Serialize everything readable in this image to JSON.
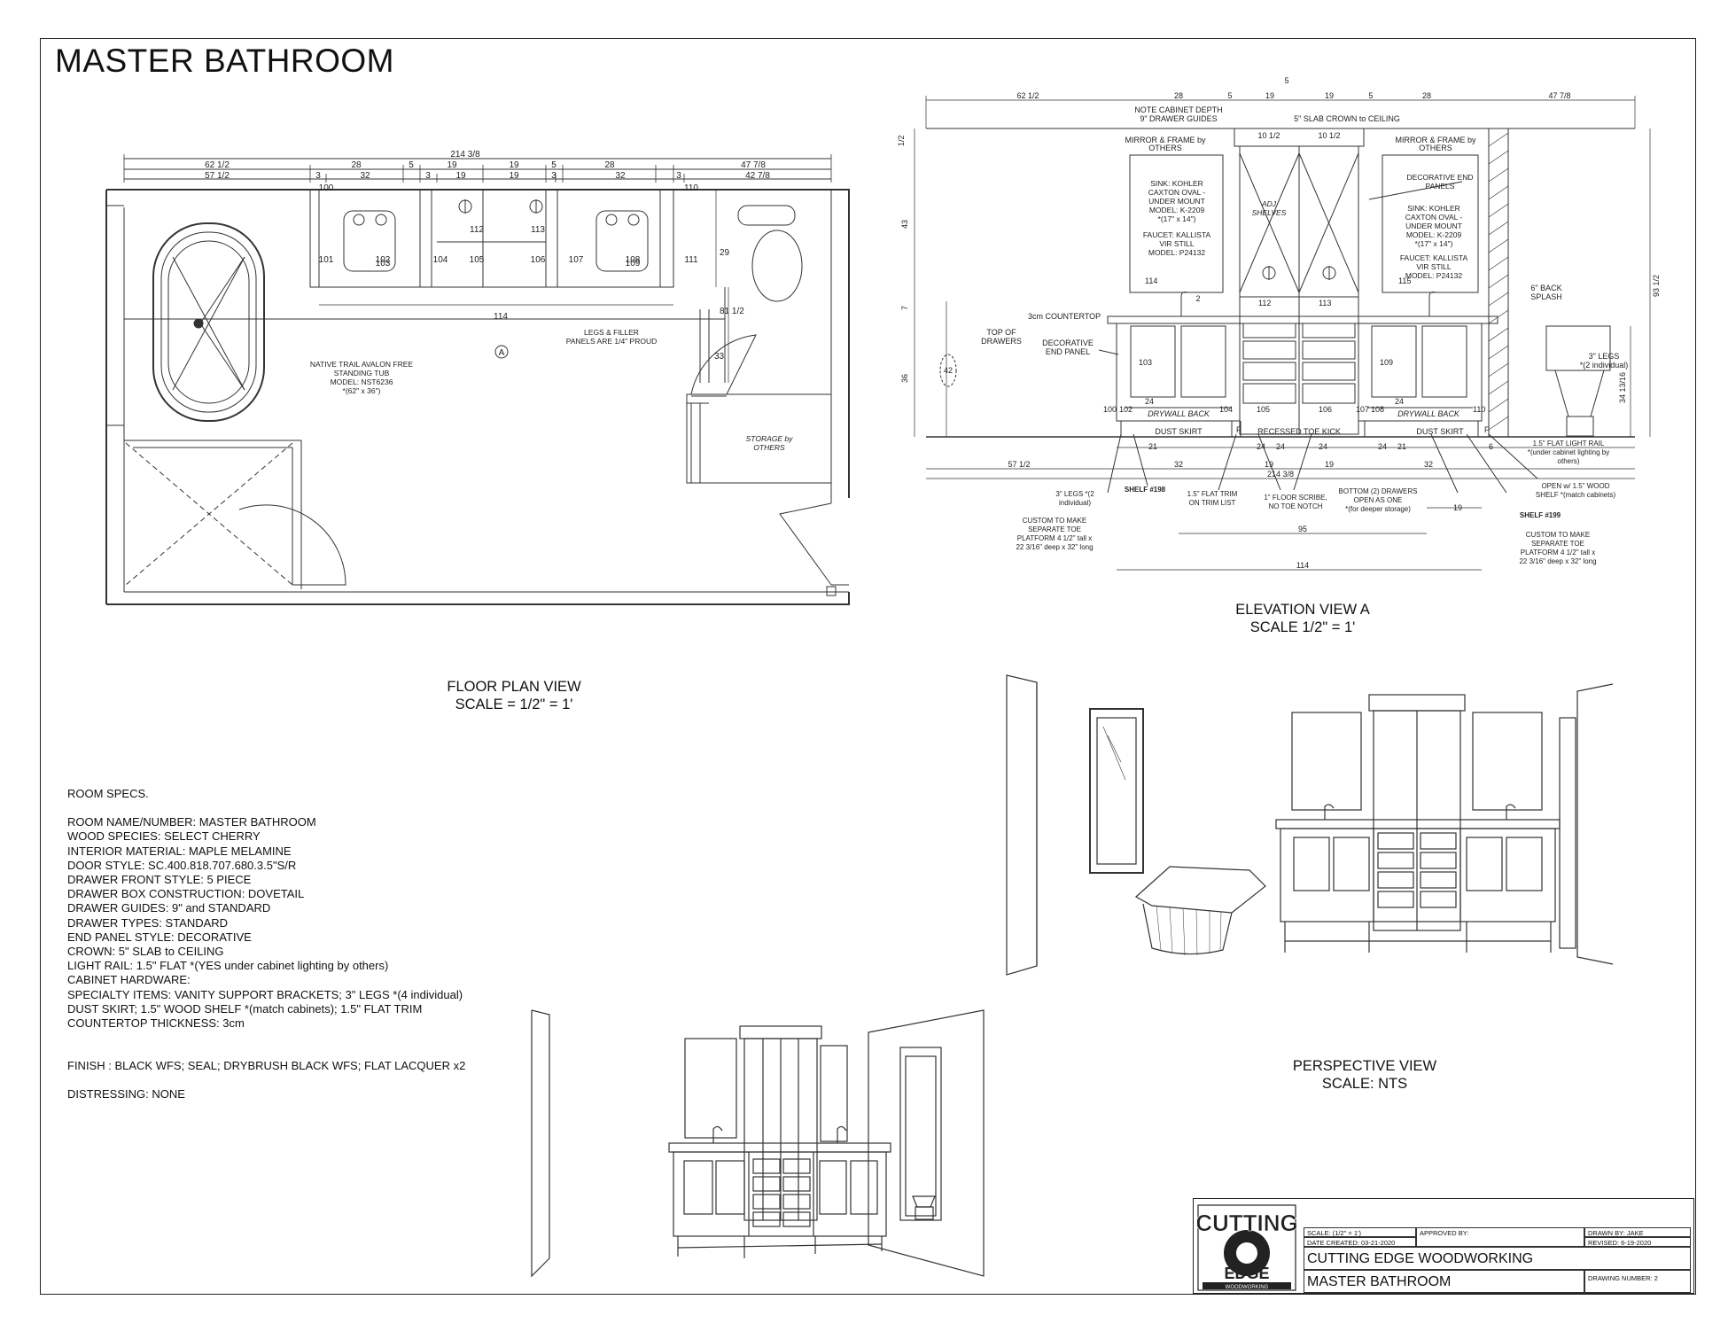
{
  "page": {
    "title": "MASTER BATHROOM"
  },
  "floor_plan": {
    "caption_line1": "FLOOR PLAN VIEW",
    "caption_line2": "SCALE = 1/2\" = 1'",
    "dims_top": [
      "214 3/8"
    ],
    "dims_row1": [
      "62 1/2",
      "28",
      "5",
      "19",
      "19",
      "5",
      "28",
      "47 7/8"
    ],
    "dims_row2": [
      "57 1/2",
      "3",
      "32",
      "3",
      "19",
      "19",
      "3",
      "32",
      "3",
      "42 7/8"
    ],
    "cabinet_labels": [
      "100",
      "101",
      "102",
      "103",
      "104",
      "105",
      "106",
      "107",
      "108",
      "109",
      "110",
      "111",
      "112",
      "113"
    ],
    "dim_114": "114",
    "dim_29": "29",
    "dim_81": "81 1/2",
    "dim_33": "33",
    "marker_a": "A",
    "tub_note": [
      "NATIVE TRAIL AVALON FREE",
      "STANDING TUB",
      "MODEL: NST6236",
      "*(62\" x 36\")"
    ],
    "legs_note": [
      "LEGS & FILLER",
      "PANELS ARE 1/4\" PROUD"
    ],
    "storage_note": [
      "STORAGE by",
      "OTHERS"
    ]
  },
  "elevation": {
    "caption_line1": "ELEVATION VIEW  A",
    "caption_line2": "SCALE 1/2\" = 1'",
    "top_dims": [
      "62 1/2",
      "28",
      "5",
      "19",
      "19",
      "5",
      "28",
      "47 7/8"
    ],
    "marker_5": "5",
    "note_depth": [
      "NOTE CABINET DEPTH",
      "9\" DRAWER GUIDES"
    ],
    "slab_crown": "5\" SLAB CROWN to CEILING",
    "dim_10_left": "10 1/2",
    "dim_10_right": "10 1/2",
    "mirror_left": [
      "MIRROR & FRAME by",
      "OTHERS"
    ],
    "mirror_right": [
      "MIRROR & FRAME by",
      "OTHERS"
    ],
    "sink_left": [
      "SINK: KOHLER",
      "CAXTON OVAL -",
      "UNDER MOUNT",
      "MODEL: K-2209",
      "*(17\" x 14\")"
    ],
    "faucet_left": [
      "FAUCET: KALLISTA",
      "VIR STILL",
      "MODEL: P24132"
    ],
    "decorative_end_right": [
      "DECORATIVE END",
      "PANELS"
    ],
    "sink_right": [
      "SINK: KOHLER",
      "CAXTON OVAL -",
      "UNDER MOUNT",
      "MODEL: K-2209",
      "*(17\" x 14\")"
    ],
    "faucet_right": [
      "FAUCET: KALLISTA",
      "VIR STILL",
      "MODEL: P24132"
    ],
    "adj_shelves": [
      "ADJ",
      "SHELVES"
    ],
    "left_vert_dims": [
      "1/2",
      "43",
      "7",
      "36"
    ],
    "right_vert_dims": [
      "93 1/2",
      "34 13/16"
    ],
    "countertop": "3cm COUNTERTOP",
    "top_of_drawers": [
      "TOP OF",
      "DRAWERS"
    ],
    "marker_42": "42",
    "marker_2": "2",
    "decorative_end_left": [
      "DECORATIVE",
      "END PANEL"
    ],
    "back_splash": [
      "6\" BACK",
      "SPLASH"
    ],
    "legs_right": [
      "3\" LEGS",
      "*(2 individual)"
    ],
    "cab_labels": [
      "114",
      "115",
      "112",
      "113",
      "103",
      "109",
      "100",
      "102",
      "104",
      "105",
      "106",
      "107",
      "108",
      "110"
    ],
    "dim_24_a": "24",
    "dim_24_b": "24",
    "drywall_left": "DRYWALL BACK",
    "drywall_right": "DRYWALL BACK",
    "dust_skirt_left": "DUST SKIRT",
    "dust_skirt_right": "DUST SKIRT",
    "recessed_toe": "RECESSED TOE KICK",
    "letter_f": "F",
    "dims_row_a": [
      "21",
      "24",
      "24",
      "24",
      "24",
      "21",
      "6"
    ],
    "dims_row_b": [
      "57 1/2",
      "32",
      "19",
      "19",
      "32"
    ],
    "dim_total": "214 3/8",
    "dim_95": "95",
    "dim_114b": "114",
    "dim_19": "19",
    "legs_left": [
      "3\" LEGS *(2",
      "individual)"
    ],
    "shelf_198": "SHELF #198",
    "flat_trim": [
      "1.5\" FLAT TRIM",
      "ON TRIM LIST"
    ],
    "floor_scribe": [
      "1\" FLOOR SCRIBE,",
      "NO TOE NOTCH"
    ],
    "bottom_drawers": [
      "BOTTOM (2) DRAWERS",
      "OPEN AS ONE",
      "*(for deeper storage)"
    ],
    "light_rail": [
      "1.5\" FLAT LIGHT RAIL",
      "*(under cabinet lighting by",
      "others)"
    ],
    "open_shelf": [
      "OPEN w/ 1.5\" WOOD",
      "SHELF *(match cabinets)"
    ],
    "shelf_199": "SHELF #199",
    "toe_left": [
      "CUSTOM TO MAKE",
      "SEPARATE TOE",
      "PLATFORM 4 1/2\" tall x",
      "22 3/16\" deep x  32\" long"
    ],
    "toe_right": [
      "CUSTOM TO MAKE",
      "SEPARATE TOE",
      "PLATFORM 4 1/2\" tall x",
      "22 3/16\" deep x  32\" long"
    ]
  },
  "perspective": {
    "caption_line1": "PERSPECTIVE VIEW",
    "caption_line2": "SCALE: NTS"
  },
  "room_specs": {
    "heading": "ROOM SPECS.",
    "lines": [
      "ROOM NAME/NUMBER: MASTER BATHROOM",
      "WOOD SPECIES: SELECT CHERRY",
      "INTERIOR MATERIAL: MAPLE MELAMINE",
      "DOOR STYLE: SC.400.818.707.680.3.5\"S/R",
      "DRAWER FRONT STYLE: 5 PIECE",
      "DRAWER BOX CONSTRUCTION: DOVETAIL",
      "DRAWER GUIDES: 9\" and STANDARD",
      "DRAWER TYPES: STANDARD",
      "END PANEL STYLE: DECORATIVE",
      "CROWN: 5\" SLAB to CEILING",
      "LIGHT RAIL: 1.5\" FLAT *(YES under cabinet lighting by others)",
      "CABINET HARDWARE:",
      "SPECIALTY ITEMS: VANITY SUPPORT BRACKETS; 3\" LEGS *(4 individual) DUST SKIRT; 1.5\" WOOD SHELF *(match cabinets); 1.5\" FLAT TRIM",
      "COUNTERTOP THICKNESS: 3cm"
    ],
    "finish": "FINISH : BLACK WFS; SEAL; DRYBRUSH BLACK WFS; FLAT LACQUER x2",
    "distressing": "DISTRESSING: NONE"
  },
  "title_block": {
    "logo_line1": "CUTTING",
    "logo_line2": "EDGE",
    "logo_sub": "WOODWORKING",
    "scale": "SCALE:  (1/2\" = 1')",
    "date_created": "DATE CREATED: 03-21-2020",
    "approved_by": "APPROVED BY:",
    "drawn_by": "DRAWN BY: JAKE",
    "revised": "REVISED: 6-19-2020",
    "company": "CUTTING EDGE WOODWORKING",
    "room": "MASTER BATHROOM",
    "drawing_number": "DRAWING NUMBER: 2"
  }
}
